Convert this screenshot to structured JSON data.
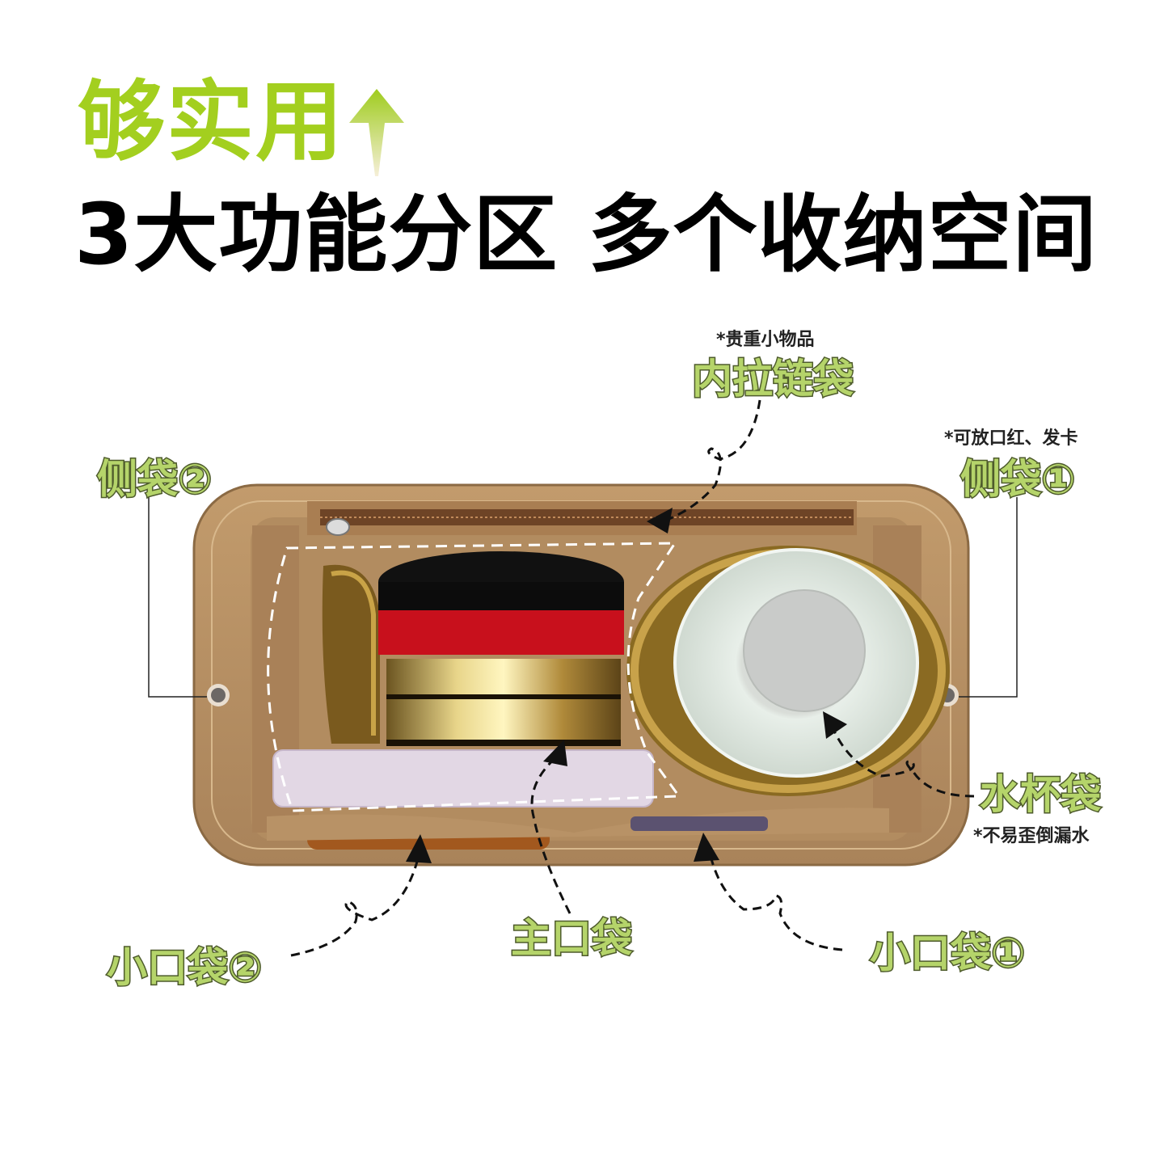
{
  "headline": {
    "title": "够实用",
    "subtitle": "3大功能分区 多个收纳空间",
    "title_color": "#a3cf1f",
    "arrow_icon": "up-arrow-gradient"
  },
  "product": {
    "name": "bag organizer insert",
    "colors": {
      "felt": "#b48e62",
      "felt_dark": "#8b6a44",
      "label_fill": "#b5d46a",
      "label_stroke": "#4e5b2c"
    }
  },
  "callouts": {
    "inner_zip": {
      "label": "内拉链袋",
      "note": "*贵重小物品"
    },
    "side_pocket_1": {
      "label": "侧袋①",
      "note": "*可放口红、发卡"
    },
    "side_pocket_2": {
      "label": "侧袋②"
    },
    "cup_pocket": {
      "label": "水杯袋",
      "note": "*不易歪倒漏水"
    },
    "main_pocket": {
      "label": "主口袋"
    },
    "small_pocket_1": {
      "label": "小口袋①"
    },
    "small_pocket_2": {
      "label": "小口袋②"
    }
  }
}
